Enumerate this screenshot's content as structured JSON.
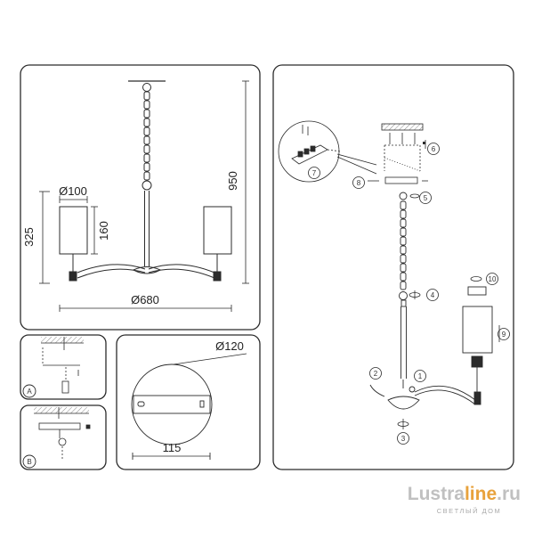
{
  "colors": {
    "line": "#2b2b2b",
    "logo_gray": "#c0c0c0",
    "logo_accent": "#e8a23c",
    "ceiling": "#bdbdbd"
  },
  "main_view": {
    "shade_diameter": "Ø100",
    "shade_height": "160",
    "arm_drop": "325",
    "total_height": "950",
    "span_diameter": "Ø680"
  },
  "detail_a": {
    "label": "A"
  },
  "detail_b": {
    "label": "B"
  },
  "canopy_view": {
    "diameter": "Ø120",
    "width": "115"
  },
  "assembly_steps": {
    "s1": "1",
    "s2": "2",
    "s3": "3",
    "s4": "4",
    "s5": "5",
    "s6": "6",
    "s7": "7",
    "s8": "8",
    "s9": "9",
    "s10": "10"
  },
  "logo": {
    "part1": "Lustra",
    "part2": "line",
    "part3": ".ru",
    "subtitle": "СВЕТЛЫЙ ДОМ"
  }
}
